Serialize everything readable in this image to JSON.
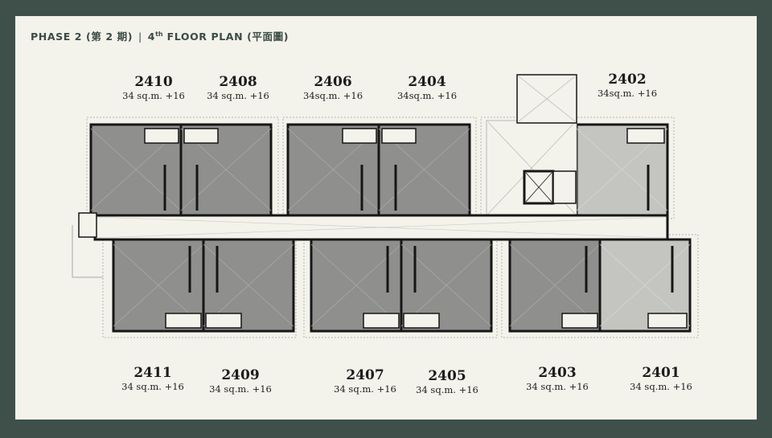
{
  "header": {
    "phase": "PHASE 2 (第 2 期)",
    "separator": "|",
    "floor_num": "4",
    "floor_sup": "th",
    "floor_rest": "FLOOR PLAN (平面圖)"
  },
  "units_top": [
    {
      "num": "2410",
      "area": "34 sq.m. +16"
    },
    {
      "num": "2408",
      "area": "34 sq.m. +16"
    },
    {
      "num": "2406",
      "area": "34sq.m. +16"
    },
    {
      "num": "2404",
      "area": "34sq.m. +16"
    },
    {
      "num": "2402",
      "area": "34sq.m. +16"
    }
  ],
  "units_bottom": [
    {
      "num": "2411",
      "area": "34 sq.m. +16"
    },
    {
      "num": "2409",
      "area": "34 sq.m. +16"
    },
    {
      "num": "2407",
      "area": "34 sq.m. +16"
    },
    {
      "num": "2405",
      "area": "34 sq.m. +16"
    },
    {
      "num": "2403",
      "area": "34 sq.m. +16"
    },
    {
      "num": "2401",
      "area": "34 sq.m. +16"
    }
  ],
  "colors": {
    "background": "#3f504a",
    "card": "#f3f2eb",
    "unit_dark": "#8f908d",
    "unit_light": "#c4c5c0",
    "wall": "#161616"
  }
}
